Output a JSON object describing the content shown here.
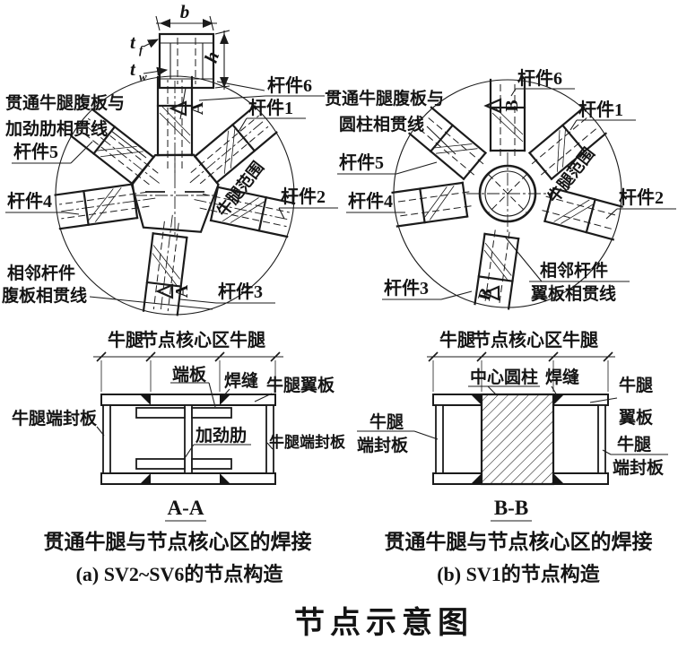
{
  "figure": {
    "title": "节点示意图",
    "colors": {
      "line": "#1b1b1b",
      "background": "#ffffff",
      "weld_fill": "#151515"
    }
  },
  "mini_section": {
    "dim_b": "b",
    "dim_h": "h",
    "dim_tf_base": "t",
    "dim_tf_sub": "f",
    "dim_tw_base": "t",
    "dim_tw_sub": "w"
  },
  "plan_left": {
    "note_top_line1": "贯通牛腿腹板与",
    "note_top_line2": "加劲肋相贯线",
    "note_bottom_line1": "相邻杆件",
    "note_bottom_line2": "腹板相贯线",
    "member1": "杆件1",
    "member2": "杆件2",
    "member3": "杆件3",
    "member4": "杆件4",
    "member5": "杆件5",
    "member6": "杆件6",
    "range_label": "牛腿范围",
    "cut_mark": "A"
  },
  "plan_right": {
    "note_top_line1": "贯通牛腿腹板与",
    "note_top_line2": "圆柱相贯线",
    "note_bottom_line1": "相邻杆件",
    "note_bottom_line2": "翼板相贯线",
    "member1": "杆件1",
    "member2": "杆件2",
    "member3": "杆件3",
    "member4": "杆件4",
    "member5": "杆件5",
    "member6": "杆件6",
    "range_label": "牛腿范围",
    "cut_mark": "B"
  },
  "section_aa": {
    "dim_left": "牛腿",
    "dim_core": "节点核心区",
    "dim_right": "牛腿",
    "label_endplate": "端板",
    "label_weld": "焊缝",
    "label_flange": "牛腿翼板",
    "label_seal_left": "牛腿端封板",
    "label_stiffener": "加劲肋",
    "label_seal_right": "牛腿端封板",
    "view_name": "A-A",
    "caption": "贯通牛腿与节点核心区的焊接",
    "subcaption": "(a) SV2~SV6的节点构造"
  },
  "section_bb": {
    "dim_left": "牛腿",
    "dim_core": "节点核心区",
    "dim_right": "牛腿",
    "label_column": "中心圆柱",
    "label_weld": "焊缝",
    "label_flange_l1": "牛腿",
    "label_flange_l2": "翼板",
    "label_seal_left_l1": "牛腿",
    "label_seal_left_l2": "端封板",
    "label_seal_right_l1": "牛腿",
    "label_seal_right_l2": "端封板",
    "view_name": "B-B",
    "caption": "贯通牛腿与节点核心区的焊接",
    "subcaption": "(b) SV1的节点构造"
  }
}
